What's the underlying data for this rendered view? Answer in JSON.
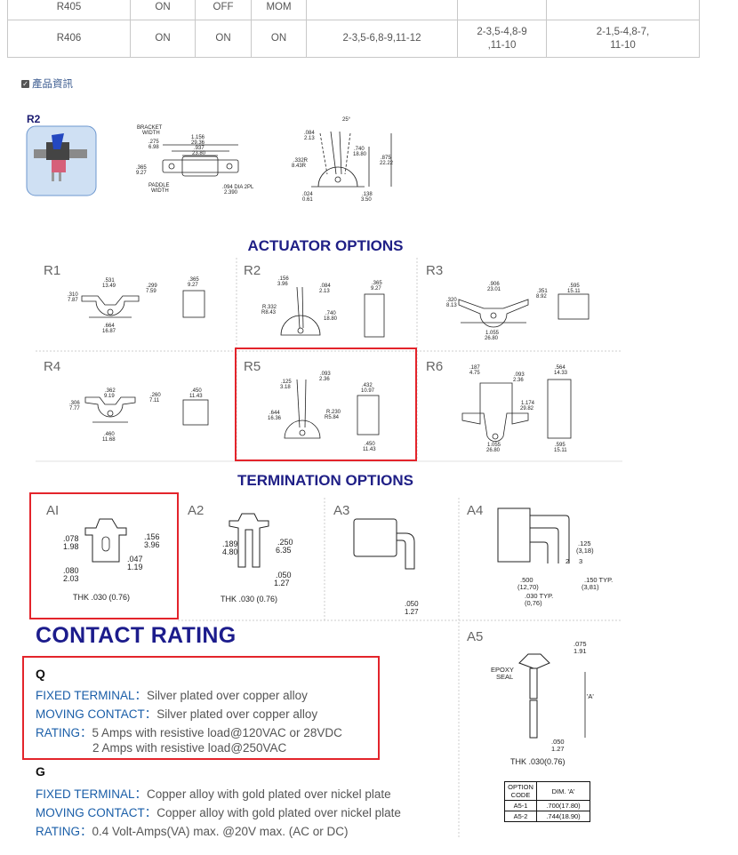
{
  "spec_table": {
    "rows": [
      {
        "model": "R405",
        "c1": "ON",
        "c2": "OFF",
        "c3": "MOM",
        "c4": "",
        "c5": "",
        "c6": ""
      },
      {
        "model": "R406",
        "c1": "ON",
        "c2": "ON",
        "c3": "ON",
        "c4": "2-3,5-6,8-9,11-12",
        "c5a": "2-3,5-4,8-9",
        "c5b": ",11-10",
        "c6a": "2-1,5-4,8-7,",
        "c6b": "11-10"
      }
    ]
  },
  "product_info": {
    "label": "產品資訊"
  },
  "r2_figure": {
    "title": "R2",
    "labels": {
      "bracket": "BRACKET",
      "width": "WIDTH",
      "paddle": "PADDLE",
      "paddle_width": "WIDTH",
      "d1": ".275",
      "d1m": "6.98",
      "d2": "1.156",
      "d2m": "29.36",
      "d3": ".937",
      "d3m": "23.80",
      "d4": ".365",
      "d4m": "9.27",
      "hole": ".094 DIA 2PL",
      "holem": "2.390",
      "ang": "25°",
      "e1": ".084",
      "e1m": "2.13",
      "e2": ".740",
      "e2m": "18.80",
      "e3": ".875",
      "e3m": "22.22",
      "e4": ".332R",
      "e4m": "8.43R",
      "e5": ".024",
      "e5m": "0.61",
      "e6": ".138",
      "e6m": "3.50"
    }
  },
  "actuator": {
    "title": "ACTUATOR OPTIONS",
    "cells": [
      {
        "name": "R1",
        "a": ".531",
        "am": "13.49",
        "b": ".299",
        "bm": "7.59",
        "c": ".310",
        "cm": "7.87",
        "d": ".664",
        "dm": "16.87",
        "e": ".365",
        "em": "9.27"
      },
      {
        "name": "R2",
        "a": ".156",
        "am": "3.96",
        "b": ".084",
        "bm": "2.13",
        "c": "R.332",
        "cm": "R8.43",
        "d": ".740",
        "dm": "18.80",
        "e": ".365",
        "em": "9.27"
      },
      {
        "name": "R3",
        "a": ".906",
        "am": "23.01",
        "b": ".351",
        "bm": "8.92",
        "c": ".320",
        "cm": "8.13",
        "d": "1.055",
        "dm": "26.80",
        "e": ".595",
        "em": "15.11"
      },
      {
        "name": "R4",
        "a": ".362",
        "am": "9.19",
        "b": ".260",
        "bm": "7.11",
        "c": ".306",
        "cm": "7.77",
        "d": ".460",
        "dm": "11.68",
        "e": ".450",
        "em": "11.43"
      },
      {
        "name": "R5",
        "a": ".125",
        "am": "3.18",
        "b": ".093",
        "bm": "2.36",
        "c": ".644",
        "cm": "16.36",
        "d": "R.230",
        "dm": "R5.84",
        "e": ".432",
        "em": "10.97",
        "f": ".450",
        "fm": "11.43"
      },
      {
        "name": "R6",
        "a": ".187",
        "am": "4.75",
        "b": ".093",
        "bm": "2.36",
        "c": "1.174",
        "cm": "29.82",
        "d": "1.055",
        "dm": "26.80",
        "e": ".564",
        "em": "14.33",
        "f": ".595",
        "fm": "15.11"
      }
    ]
  },
  "termination": {
    "title": "TERMINATION OPTIONS",
    "cells": [
      {
        "name": "AI",
        "a": ".078",
        "am": "1.98",
        "b": ".156",
        "bm": "3.96",
        "c": ".047",
        "cm": "1.19",
        "d": ".080",
        "dm": "2.03",
        "thk": "THK .030 (0.76)"
      },
      {
        "name": "A2",
        "a": ".189",
        "am": "4.80",
        "b": ".250",
        "bm": "6.35",
        "c": ".050",
        "cm": "1.27",
        "thk": "THK .030 (0.76)"
      },
      {
        "name": "A3",
        "a": ".050",
        "am": "1.27"
      },
      {
        "name": "A4",
        "a": ".125",
        "am": "(3,18)",
        "b": ".500",
        "bm": "(12,70)",
        "c": ".150 TYP.",
        "cm": "(3,81)",
        "d": ".030 TYP.",
        "dm": "(0,76)",
        "n2": "2",
        "n3": "3"
      },
      {
        "name": "A5",
        "a": ".075",
        "am": "1.91",
        "epoxy": "EPOXY",
        "seal": "SEAL",
        "aa": "'A'",
        "b": ".050",
        "bm": "1.27",
        "thk": "THK .030(0.76)"
      }
    ]
  },
  "option_table": {
    "header": [
      "OPTION CODE",
      "DIM. 'A'"
    ],
    "rows": [
      [
        "A5-1",
        ".700(17.80)"
      ],
      [
        "A5-2",
        ".744(18.90)"
      ]
    ]
  },
  "contact_rating": {
    "title": "CONTACT RATING",
    "q": {
      "letter": "Q",
      "fixed_k": "FIXED TERMINAL：",
      "fixed_v": "Silver plated over copper alloy",
      "moving_k": "MOVING CONTACT：",
      "moving_v": "Silver plated over copper alloy",
      "rating_k": "RATING：",
      "rating_v1": "5 Amps with resistive load@120VAC or 28VDC",
      "rating_v2": "2 Amps with resistive load@250VAC"
    },
    "g": {
      "letter": "G",
      "fixed_k": "FIXED TERMINAL：",
      "fixed_v": "Copper alloy with gold plated over nickel plate",
      "moving_k": "MOVING CONTACT：",
      "moving_v": "Copper alloy with gold plated over nickel plate",
      "rating_k": "RATING：",
      "rating_v": "0.4 Volt-Amps(VA) max. @20V max. (AC or DC)"
    }
  }
}
